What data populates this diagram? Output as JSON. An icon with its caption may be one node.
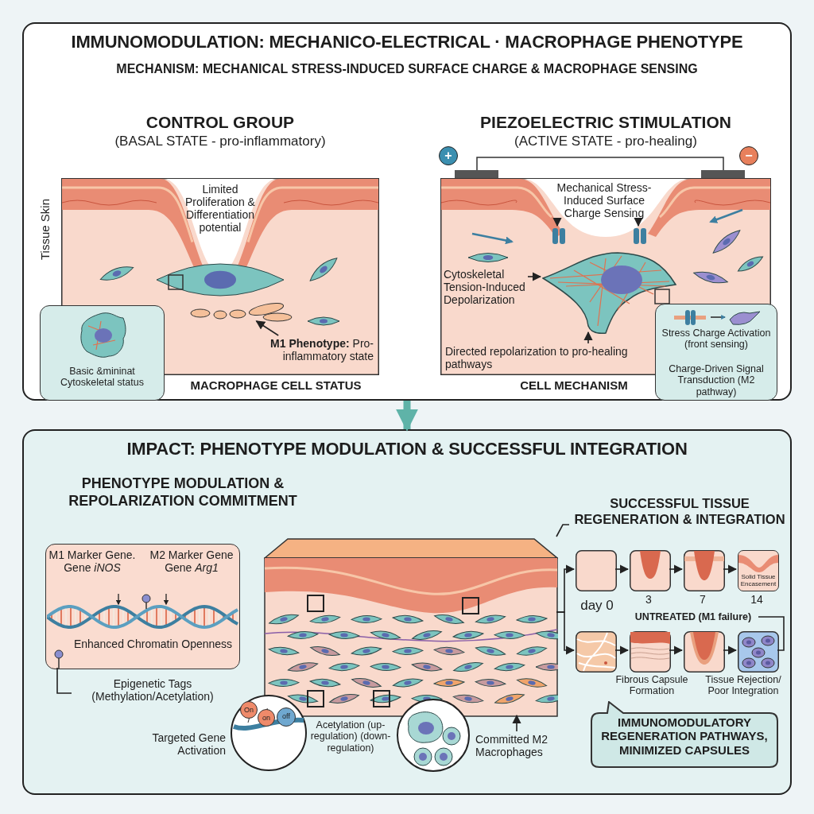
{
  "diagram": {
    "nodes": [
      {
        "text": [
          "IMMUNOMODULATION: MECHANICO-ELECTRICAL · MACROPHAGE PHENOTYPE",
          "MECHANISM: MECHANICAL STRESS-INDUCED SURFACE CHARGE & MACROPHAGE SENSING"
        ]
      },
      {
        "text": [
          "CONTROL GROUP",
          "(BASAL STATE - pro-inflammatory)",
          "Limited Proliferation & Differentiation potential",
          "MACROPHAGE CELL STATUS"
        ],
        "in": 0
      },
      {
        "text": [
          "**M1 Phenotype:** Pro-inflammatory state"
        ],
        "in": 1
      },
      {
        "text": [],
        "shape": "picture",
        "in": 1
      },
      {
        "text": [
          "Basic &mininat Cytoskeletal status"
        ],
        "in": 0
      },
      {
        "text": [
          "PIEZOELECTRIC STIMULATION",
          "(ACTIVE STATE - pro-healing)",
          "CELL MECHANISM"
        ],
        "in": 0
      },
      {
        "text": [
          "Mechanical Stress-Induced Surface Charge Sensing"
        ],
        "in": 5
      },
      {
        "text": [],
        "shape": "picture",
        "in": 5
      },
      {
        "text": [],
        "shape": "picture",
        "in": 5
      },
      {
        "text": [
          "Cytoskeletal Tension-Induced Depolarization"
        ],
        "in": 5
      },
      {
        "text": [],
        "shape": "picture",
        "in": 5
      },
      {
        "text": [
          "Directed repolarization to pro-healing pathways"
        ],
        "in": 5
      },
      {
        "text": [
          "Stress Charge Activation (front sensing)",
          "Charge-Driven Signal Transduction (M2 pathway)"
        ],
        "in": 0
      },
      {
        "text": [
          "IMPACT: PHENOTYPE MODULATION & SUCCESSFUL INTEGRATION",
          "PHENOTYPE MODULATION & REPOLARIZATION COMMITMENT"
        ]
      },
      {
        "text": [
          "M1 Marker Gene. Gene *iNOS*",
          "M2 Marker Gene Gene *Arg1*",
          "Enhanced Chromatin Openness"
        ],
        "in": 13
      },
      {
        "text": [
          "Epigenetic Tags (Methylation/Acetylation)"
        ],
        "in": 13
      },
      {
        "text": [],
        "shape": "picture",
        "in": 13
      },
      {
        "text": [
          "On",
          "on",
          "off"
        ],
        "beside": [
          "Targeted Gene Activation"
        ],
        "in": 13
      },
      {
        "text": [],
        "shape": "picture",
        "in": 13
      },
      {
        "text": [
          "Committed M2 Macrophages"
        ],
        "in": 13
      },
      {
        "text": [
          "SUCCESSFUL TISSUE REGENERATION & INTEGRATION"
        ],
        "in": 13
      },
      {
        "text": [],
        "shape": "picture",
        "in": 13
      },
      {
        "text": [],
        "shape": "picture",
        "in": 13
      },
      {
        "text": [],
        "shape": "picture",
        "in": 13
      },
      {
        "text": [
          "Solid Tissue Encasement"
        ],
        "in": 13
      },
      {
        "text": [],
        "shape": "picture",
        "in": 13
      },
      {
        "text": [],
        "shape": "picture",
        "in": 13
      },
      {
        "text": [],
        "shape": "picture",
        "in": 13
      },
      {
        "text": [],
        "shape": "picture",
        "in": 13
      },
      {
        "text": [
          "UNTREATED (M1 failure)"
        ],
        "in": 13
      },
      {
        "text": [
          "IMMUNOMODULATORY REGENERATION PATHWAYS, MINIMIZED CAPSULES"
        ],
        "in": 13
      }
    ],
    "edges": [
      {
        "from": 2,
        "to": 3,
        "arrow": "to"
      },
      {
        "from": 6,
        "to": 7,
        "arrow": "to"
      },
      {
        "from": 6,
        "to": 8,
        "arrow": "to"
      },
      {
        "from": 9,
        "to": 10,
        "arrow": "to"
      },
      {
        "from": 11,
        "to": 10,
        "arrow": "to"
      },
      {
        "from": 0,
        "to": 13,
        "arrow": "to",
        "style": "thick",
        "color": "#5fb3a8"
      },
      {
        "from": 15,
        "to": 14,
        "arrow": "none"
      },
      {
        "from": 19,
        "to": 16,
        "arrow": "to"
      },
      {
        "from": 20,
        "to": 16,
        "arrow": "none"
      },
      {
        "from": 16,
        "to": 21,
        "arrow": "to"
      },
      {
        "from": 16,
        "to": 25,
        "arrow": "to"
      },
      {
        "from": 21,
        "to": 22,
        "arrow": "to"
      },
      {
        "from": 22,
        "to": 23,
        "arrow": "to"
      },
      {
        "from": 23,
        "to": 24,
        "arrow": "to"
      },
      {
        "from": 25,
        "to": 26,
        "arrow": "to"
      },
      {
        "from": 26,
        "to": 27,
        "arrow": "to"
      },
      {
        "from": 27,
        "to": 28,
        "arrow": "to"
      },
      {
        "from": 29,
        "to": 28,
        "arrow": "none"
      }
    ],
    "labels": [
      "Tissue Skin",
      "+",
      "−",
      "Acetylation (up-regulation) (down-regulation)",
      "day 0",
      "3",
      "7",
      "14",
      "Fibrous Capsule Formation",
      "Tissue Rejection/ Poor Integration"
    ]
  }
}
